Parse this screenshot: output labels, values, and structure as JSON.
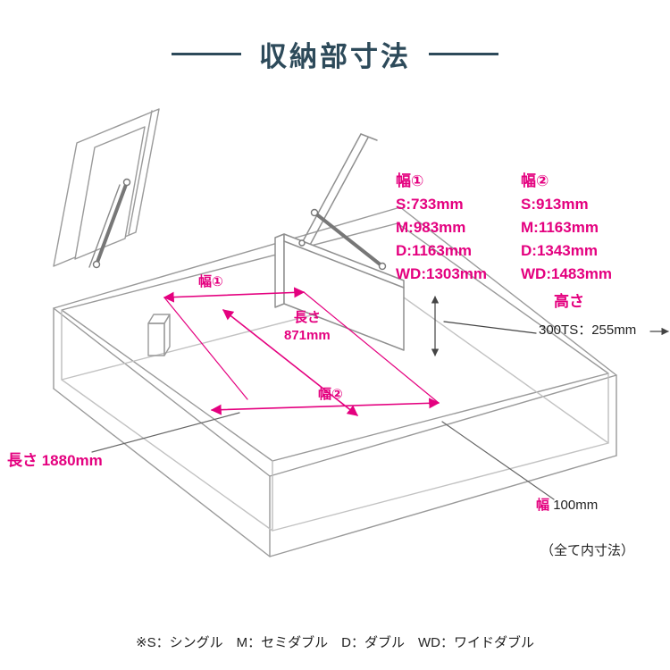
{
  "title": "収納部寸法",
  "annotations": {
    "width1_inner": "幅①",
    "length_inner_line1": "長さ",
    "length_inner_line2": "871mm",
    "width2_inner": "幅②",
    "length_outer": "長さ 1880mm",
    "frame_width_label": "幅",
    "frame_width_value": "100mm",
    "inner_note": "（全て内寸法）"
  },
  "spec_blocks": {
    "width1": {
      "title": "幅①",
      "rows": [
        "S:733mm",
        "M:983mm",
        "D:1163mm",
        "WD:1303mm"
      ]
    },
    "width2": {
      "title": "幅②",
      "rows": [
        "S:913mm",
        "M:1163mm",
        "D:1343mm",
        "WD:1483mm"
      ]
    },
    "height": {
      "title": "高さ",
      "value": "300TS：255mm"
    }
  },
  "footnote": "※S：シングル　M：セミダブル　D：ダブル　WD：ワイドダブル",
  "colors": {
    "accent": "#e4007f",
    "title_color": "#2d4a5a",
    "line_color": "#9a9a9a"
  }
}
